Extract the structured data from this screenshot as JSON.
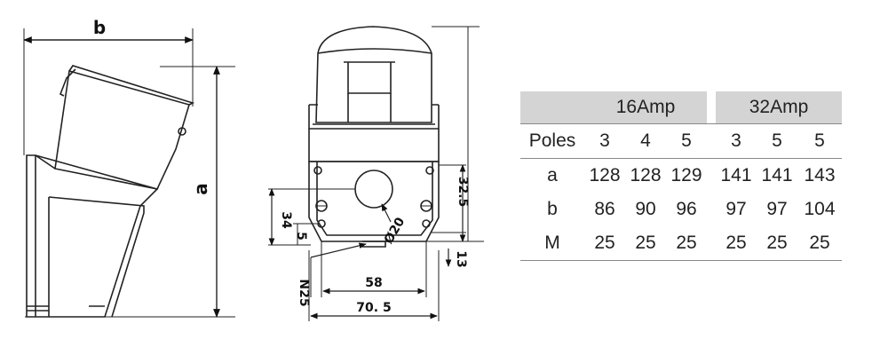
{
  "side_view": {
    "dim_b": "b",
    "dim_a": "a"
  },
  "front_view": {
    "dim_32_5": "32.5",
    "dim_34": "34",
    "dim_5": "5",
    "dim_13": "13",
    "dim_58": "58",
    "dim_70_5": "70. 5",
    "dim_diameter": "Ø20",
    "label_n25": "N25"
  },
  "table": {
    "group_16": "16Amp",
    "group_32": "32Amp",
    "row_labels": [
      "Poles",
      "a",
      "b",
      "M"
    ],
    "rows": [
      {
        "label": "Poles",
        "c16": [
          "3",
          "4",
          "5"
        ],
        "c32": [
          "3",
          "5",
          "5"
        ]
      },
      {
        "label": "a",
        "c16": [
          "128",
          "128",
          "129"
        ],
        "c32": [
          "141",
          "141",
          "143"
        ]
      },
      {
        "label": "b",
        "c16": [
          "86",
          "90",
          "96"
        ],
        "c32": [
          "97",
          "97",
          "104"
        ]
      },
      {
        "label": "M",
        "c16": [
          "25",
          "25",
          "25"
        ],
        "c32": [
          "25",
          "25",
          "25"
        ]
      }
    ]
  }
}
